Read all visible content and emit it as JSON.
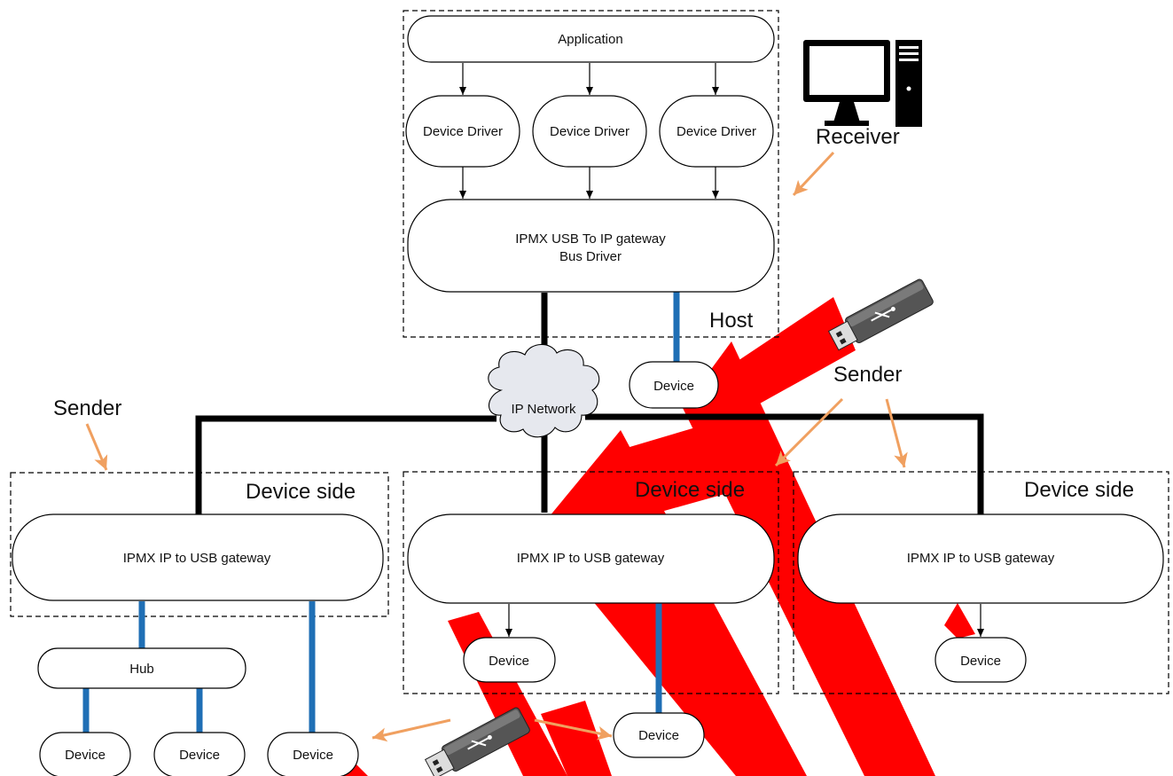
{
  "host_group": {
    "application_label": "Application",
    "device_drivers": [
      "Device Driver",
      "Device Driver",
      "Device Driver"
    ],
    "bus_driver_line1": "IPMX USB To IP gateway",
    "bus_driver_line2": "Bus Driver",
    "host_label": "Host",
    "local_device_label": "Device"
  },
  "receiver_label": "Receiver",
  "network_label": "IP Network",
  "sender_labels": {
    "left": "Sender",
    "right": "Sender"
  },
  "device_sides": [
    {
      "label": "Device side",
      "gateway_label": "IPMX IP to USB gateway"
    },
    {
      "label": "Device side",
      "gateway_label": "IPMX IP to USB gateway"
    },
    {
      "label": "Device side",
      "gateway_label": "IPMX IP to USB gateway"
    }
  ],
  "hub_label": "Hub",
  "left_devices": [
    "Device",
    "Device",
    "Device"
  ],
  "middle_devices": [
    "Device",
    "Device"
  ],
  "right_device_label": "Device",
  "colors": {
    "usb_link": "#1f6fb5",
    "net_link": "#000000",
    "callout_arrow": "#f0a060",
    "watermark": "#ff0000"
  },
  "icons": [
    "computer-icon",
    "usb-stick-icon",
    "cloud-icon"
  ]
}
